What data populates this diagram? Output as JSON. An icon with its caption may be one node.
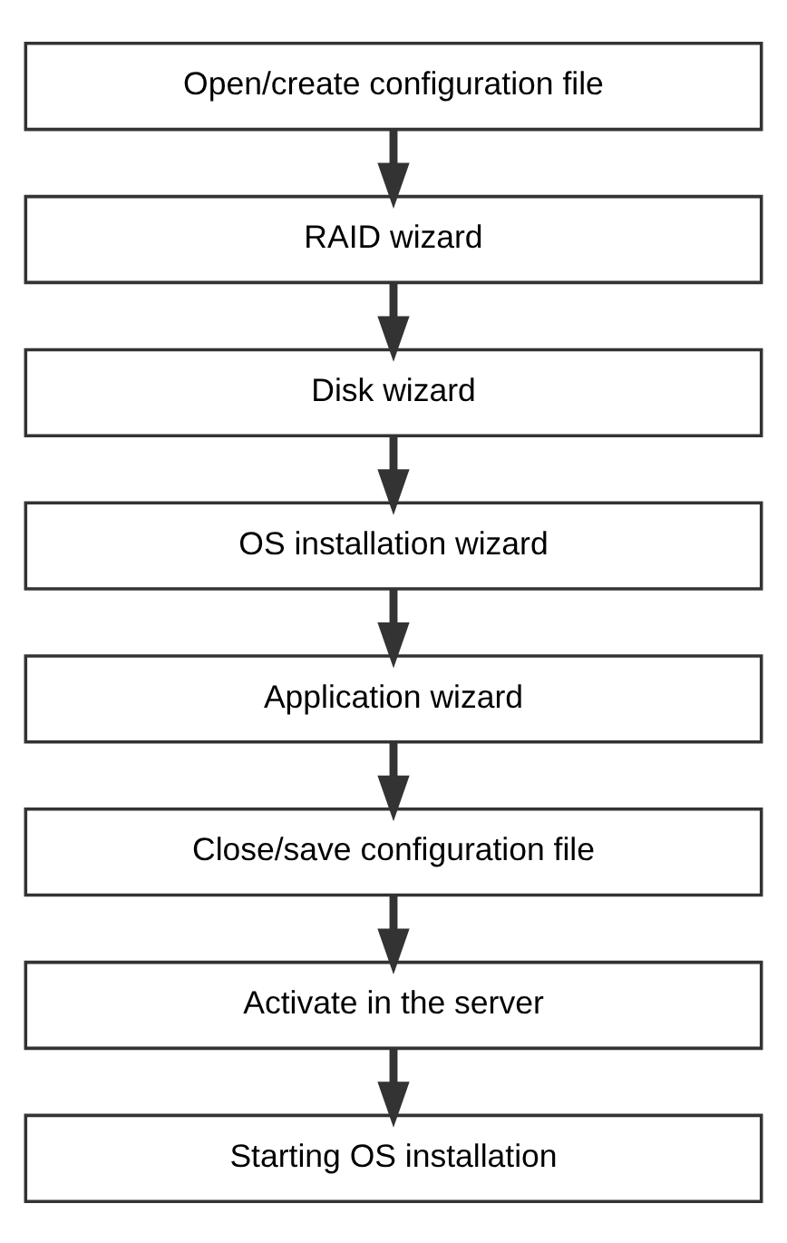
{
  "diagram": {
    "nodes": [
      {
        "text": [
          "Open/create configuration file"
        ]
      },
      {
        "text": [
          "RAID wizard"
        ]
      },
      {
        "text": [
          "Disk wizard"
        ]
      },
      {
        "text": [
          "OS installation wizard"
        ]
      },
      {
        "text": [
          "Application wizard"
        ]
      },
      {
        "text": [
          "Close/save configuration file"
        ]
      },
      {
        "text": [
          "Activate in the server"
        ]
      },
      {
        "text": [
          "Starting OS installation"
        ]
      }
    ],
    "edges": [
      {
        "from": 0,
        "to": 1,
        "arrow": "to"
      },
      {
        "from": 1,
        "to": 2,
        "arrow": "to"
      },
      {
        "from": 2,
        "to": 3,
        "arrow": "to"
      },
      {
        "from": 3,
        "to": 4,
        "arrow": "to"
      },
      {
        "from": 4,
        "to": 5,
        "arrow": "to"
      },
      {
        "from": 5,
        "to": 6,
        "arrow": "to"
      },
      {
        "from": 6,
        "to": 7,
        "arrow": "to"
      }
    ]
  }
}
